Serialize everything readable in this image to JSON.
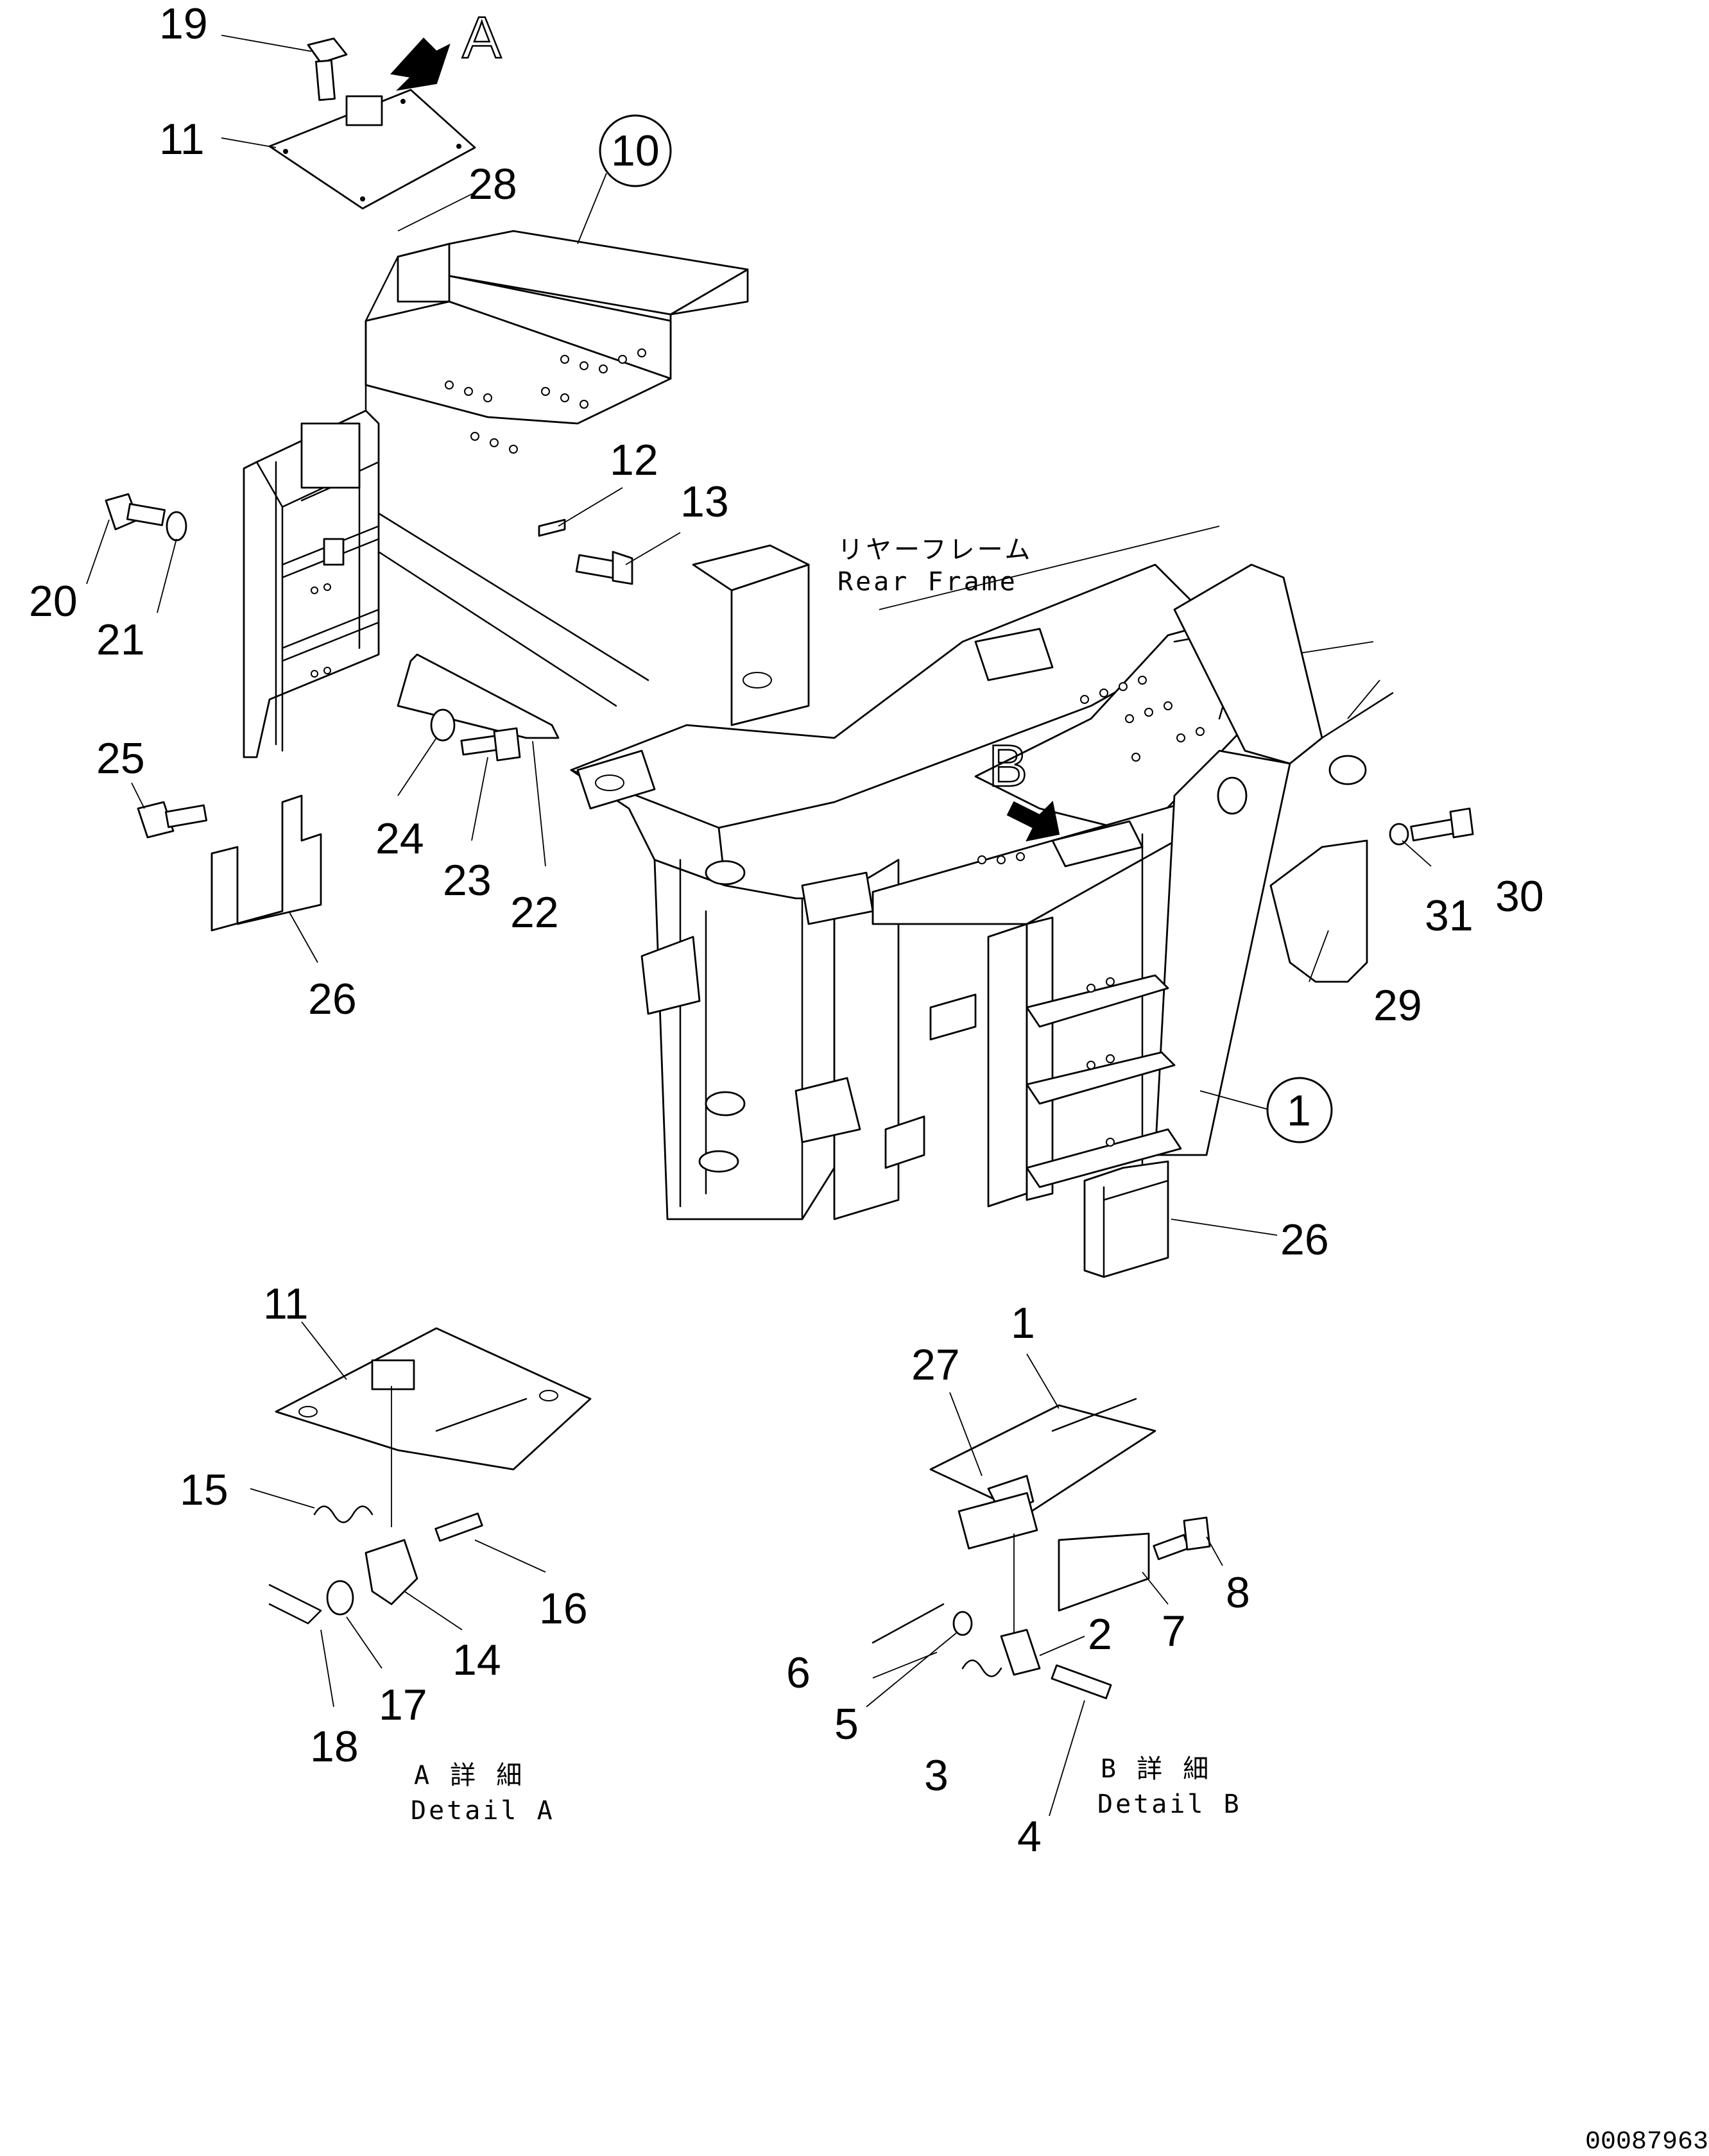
{
  "diagram": {
    "view_letters": {
      "a": "A",
      "b": "B"
    },
    "callouts": [
      {
        "id": "c19",
        "text": "19"
      },
      {
        "id": "c11",
        "text": "11"
      },
      {
        "id": "c28",
        "text": "28"
      },
      {
        "id": "c10",
        "text": "10"
      },
      {
        "id": "c12",
        "text": "12"
      },
      {
        "id": "c13",
        "text": "13"
      },
      {
        "id": "c20",
        "text": "20"
      },
      {
        "id": "c21",
        "text": "21"
      },
      {
        "id": "c25",
        "text": "25"
      },
      {
        "id": "c24",
        "text": "24"
      },
      {
        "id": "c23",
        "text": "23"
      },
      {
        "id": "c22",
        "text": "22"
      },
      {
        "id": "c26a",
        "text": "26"
      },
      {
        "id": "c30",
        "text": "30"
      },
      {
        "id": "c31",
        "text": "31"
      },
      {
        "id": "c29",
        "text": "29"
      },
      {
        "id": "c1",
        "text": "1"
      },
      {
        "id": "c26b",
        "text": "26"
      },
      {
        "id": "c11b",
        "text": "11"
      },
      {
        "id": "c15",
        "text": "15"
      },
      {
        "id": "c16",
        "text": "16"
      },
      {
        "id": "c14",
        "text": "14"
      },
      {
        "id": "c17",
        "text": "17"
      },
      {
        "id": "c18",
        "text": "18"
      },
      {
        "id": "c1b",
        "text": "1"
      },
      {
        "id": "c27",
        "text": "27"
      },
      {
        "id": "c8",
        "text": "8"
      },
      {
        "id": "c7",
        "text": "7"
      },
      {
        "id": "c2",
        "text": "2"
      },
      {
        "id": "c6",
        "text": "6"
      },
      {
        "id": "c5",
        "text": "5"
      },
      {
        "id": "c3",
        "text": "3"
      },
      {
        "id": "c4",
        "text": "4"
      }
    ],
    "rear_frame": {
      "jp": "リヤーフレーム",
      "en": "Rear Frame"
    },
    "detail_a": {
      "jp": "A 詳 細",
      "en": "Detail A"
    },
    "detail_b": {
      "jp": "B 詳 細",
      "en": "Detail B"
    },
    "drawing_code": "00087963"
  }
}
